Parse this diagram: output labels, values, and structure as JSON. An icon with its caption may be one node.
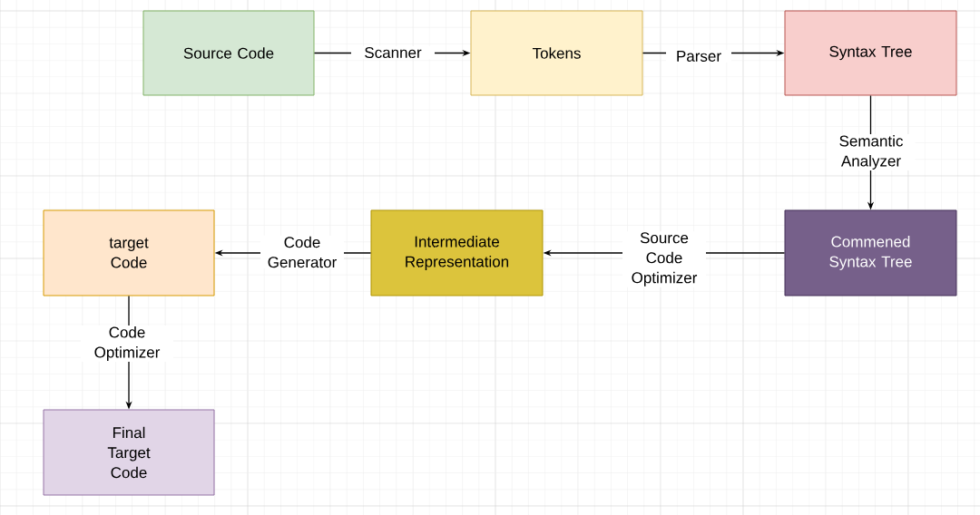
{
  "diagram": {
    "nodes": [
      {
        "text": [
          "Source Code"
        ]
      },
      {
        "text": [
          "Tokens"
        ]
      },
      {
        "text": [
          "Syntax Tree"
        ]
      },
      {
        "text": [
          "Commened Syntax Tree"
        ]
      },
      {
        "text": [
          "Intermediate Representation"
        ]
      },
      {
        "text": [
          "target Code"
        ]
      },
      {
        "text": [
          "Final Target Code"
        ]
      }
    ],
    "edges": [
      {
        "from": 0,
        "to": 1,
        "arrow": "to",
        "label": "Scanner"
      },
      {
        "from": 1,
        "to": 2,
        "arrow": "to",
        "label": "Parser"
      },
      {
        "from": 2,
        "to": 3,
        "arrow": "to",
        "label": "Semantic Analyzer"
      },
      {
        "from": 3,
        "to": 4,
        "arrow": "to",
        "label": "Source Code Optimizer"
      },
      {
        "from": 4,
        "to": 5,
        "arrow": "to",
        "label": "Code Generator"
      },
      {
        "from": 5,
        "to": 6,
        "arrow": "to",
        "label": "Code Optimizer"
      }
    ]
  }
}
